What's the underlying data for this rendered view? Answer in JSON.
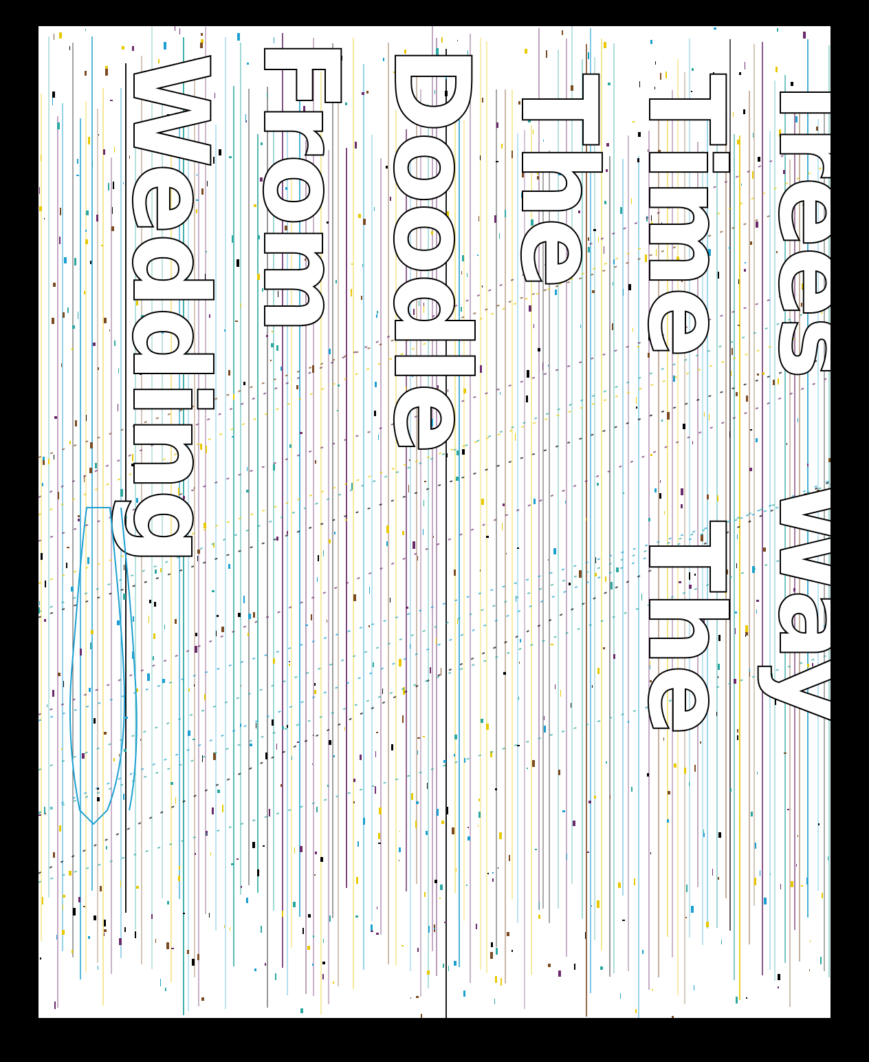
{
  "artwork": {
    "colors": {
      "frame": "#000000",
      "canvas": "#ffffff",
      "outline": "#000000",
      "accent_yellow": "#e8c800",
      "accent_blue": "#1a9fd0",
      "accent_purple": "#6a2a6a",
      "accent_teal": "#2aa7a0",
      "accent_brown": "#7a4a20"
    },
    "columns": [
      {
        "text": "Wedding"
      },
      {
        "text": "From"
      },
      {
        "text": "Doodle"
      },
      {
        "text": "The"
      },
      {
        "text": "Time"
      },
      {
        "text": "Trees"
      },
      {
        "text": "The"
      },
      {
        "text": "Way"
      }
    ]
  }
}
